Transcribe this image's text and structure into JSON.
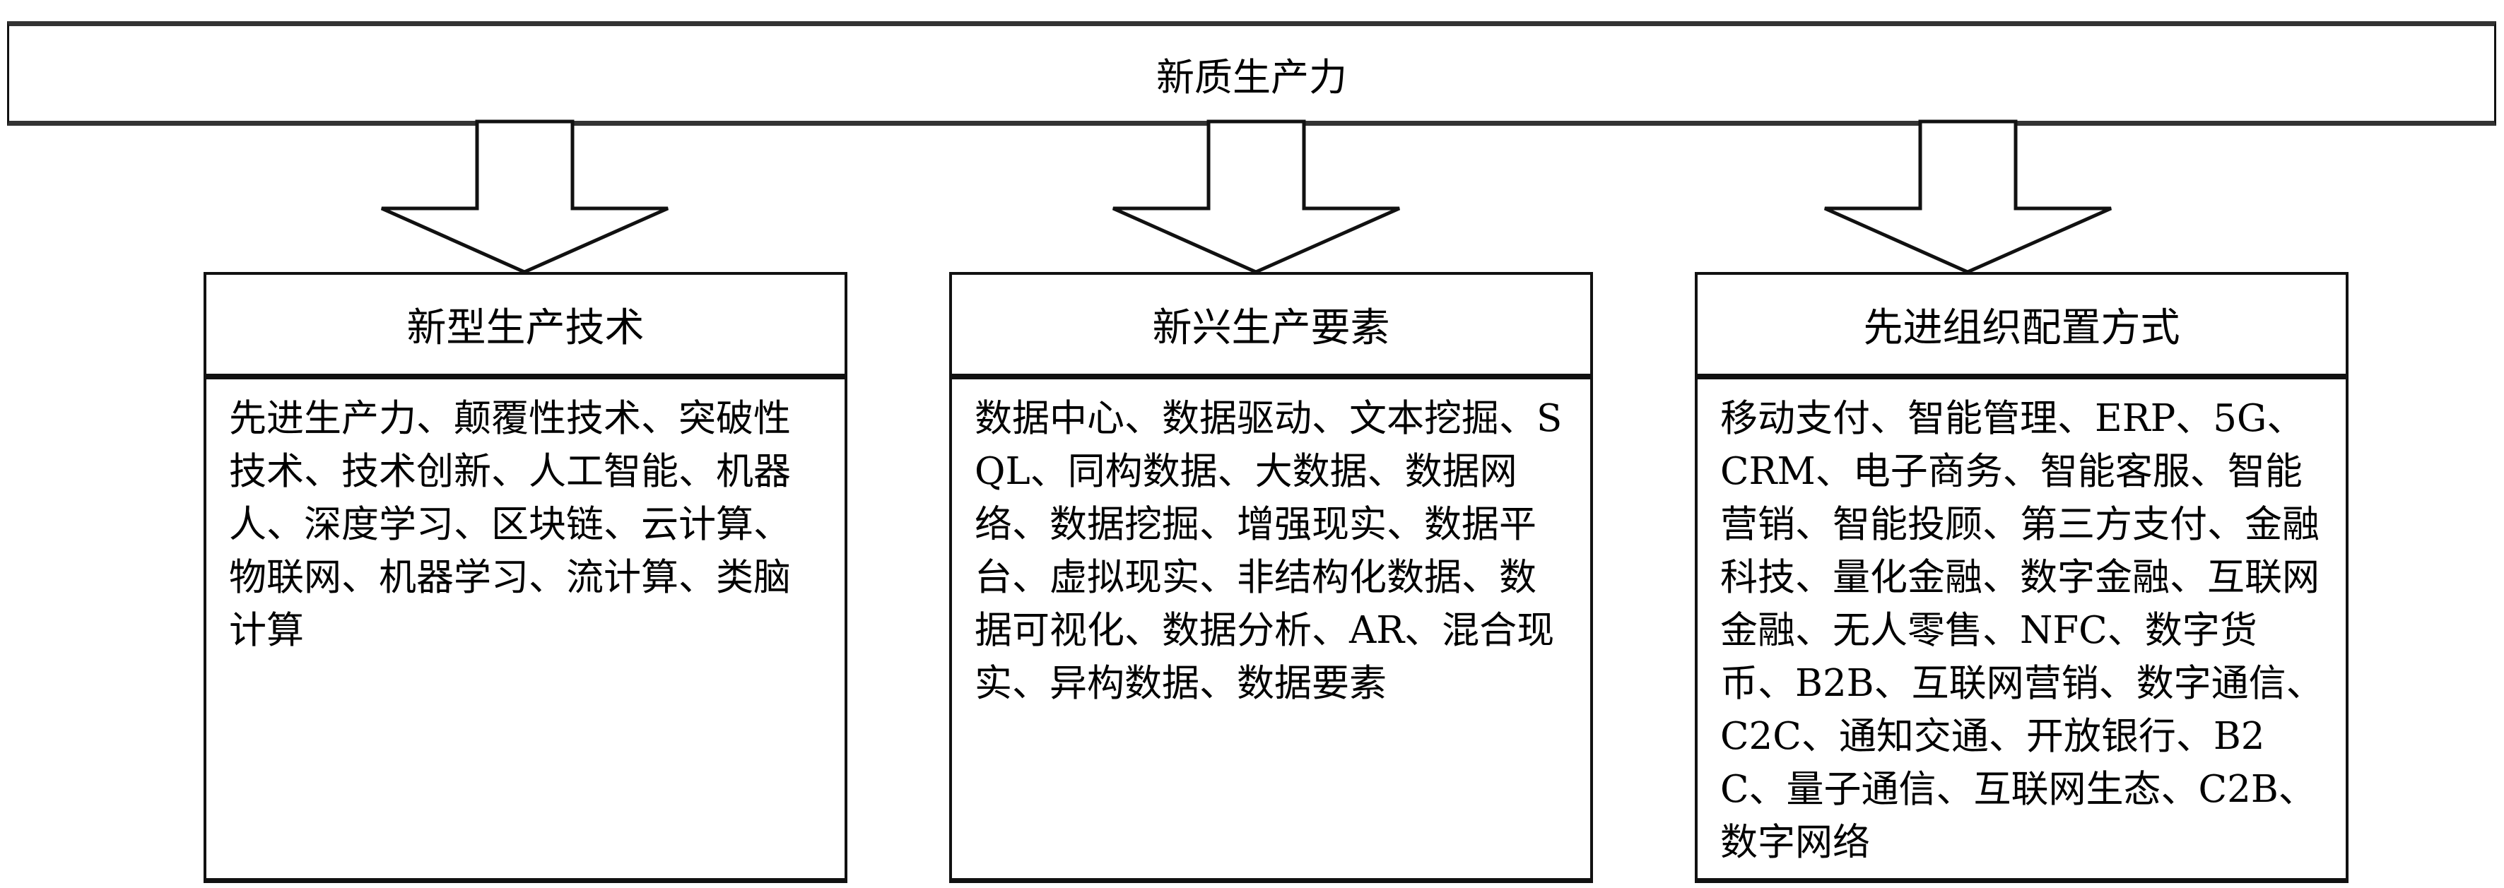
{
  "diagram": {
    "root": {
      "label": "新质生产力"
    },
    "columns": [
      {
        "title": "新型生产技术",
        "content": "先进生产力、颠覆性技术、突破性技术、技术创新、人工智能、机器人、深度学习、区块链、云计算、物联网、机器学习、流计算、类脑计算"
      },
      {
        "title": "新兴生产要素",
        "content": "数据中心、数据驱动、文本挖掘、SQL、同构数据、大数据、数据网络、数据挖掘、增强现实、数据平台、虚拟现实、非结构化数据、数据可视化、数据分析、AR、混合现实、异构数据、数据要素"
      },
      {
        "title": "先进组织配置方式",
        "content": "移动支付、智能管理、ERP、5G、CRM、电子商务、智能客服、智能营销、智能投顾、第三方支付、金融科技、量化金融、数字金融、互联网金融、无人零售、NFC、数字货币、B2B、互联网营销、数字通信、C2C、通知交通、开放银行、B2C、量子通信、互联网生态、C2B、数字网络"
      }
    ],
    "arrow_icon": "block-arrow-down",
    "colors": {
      "stroke": "#111111",
      "background": "#ffffff",
      "text": "#000000"
    }
  }
}
